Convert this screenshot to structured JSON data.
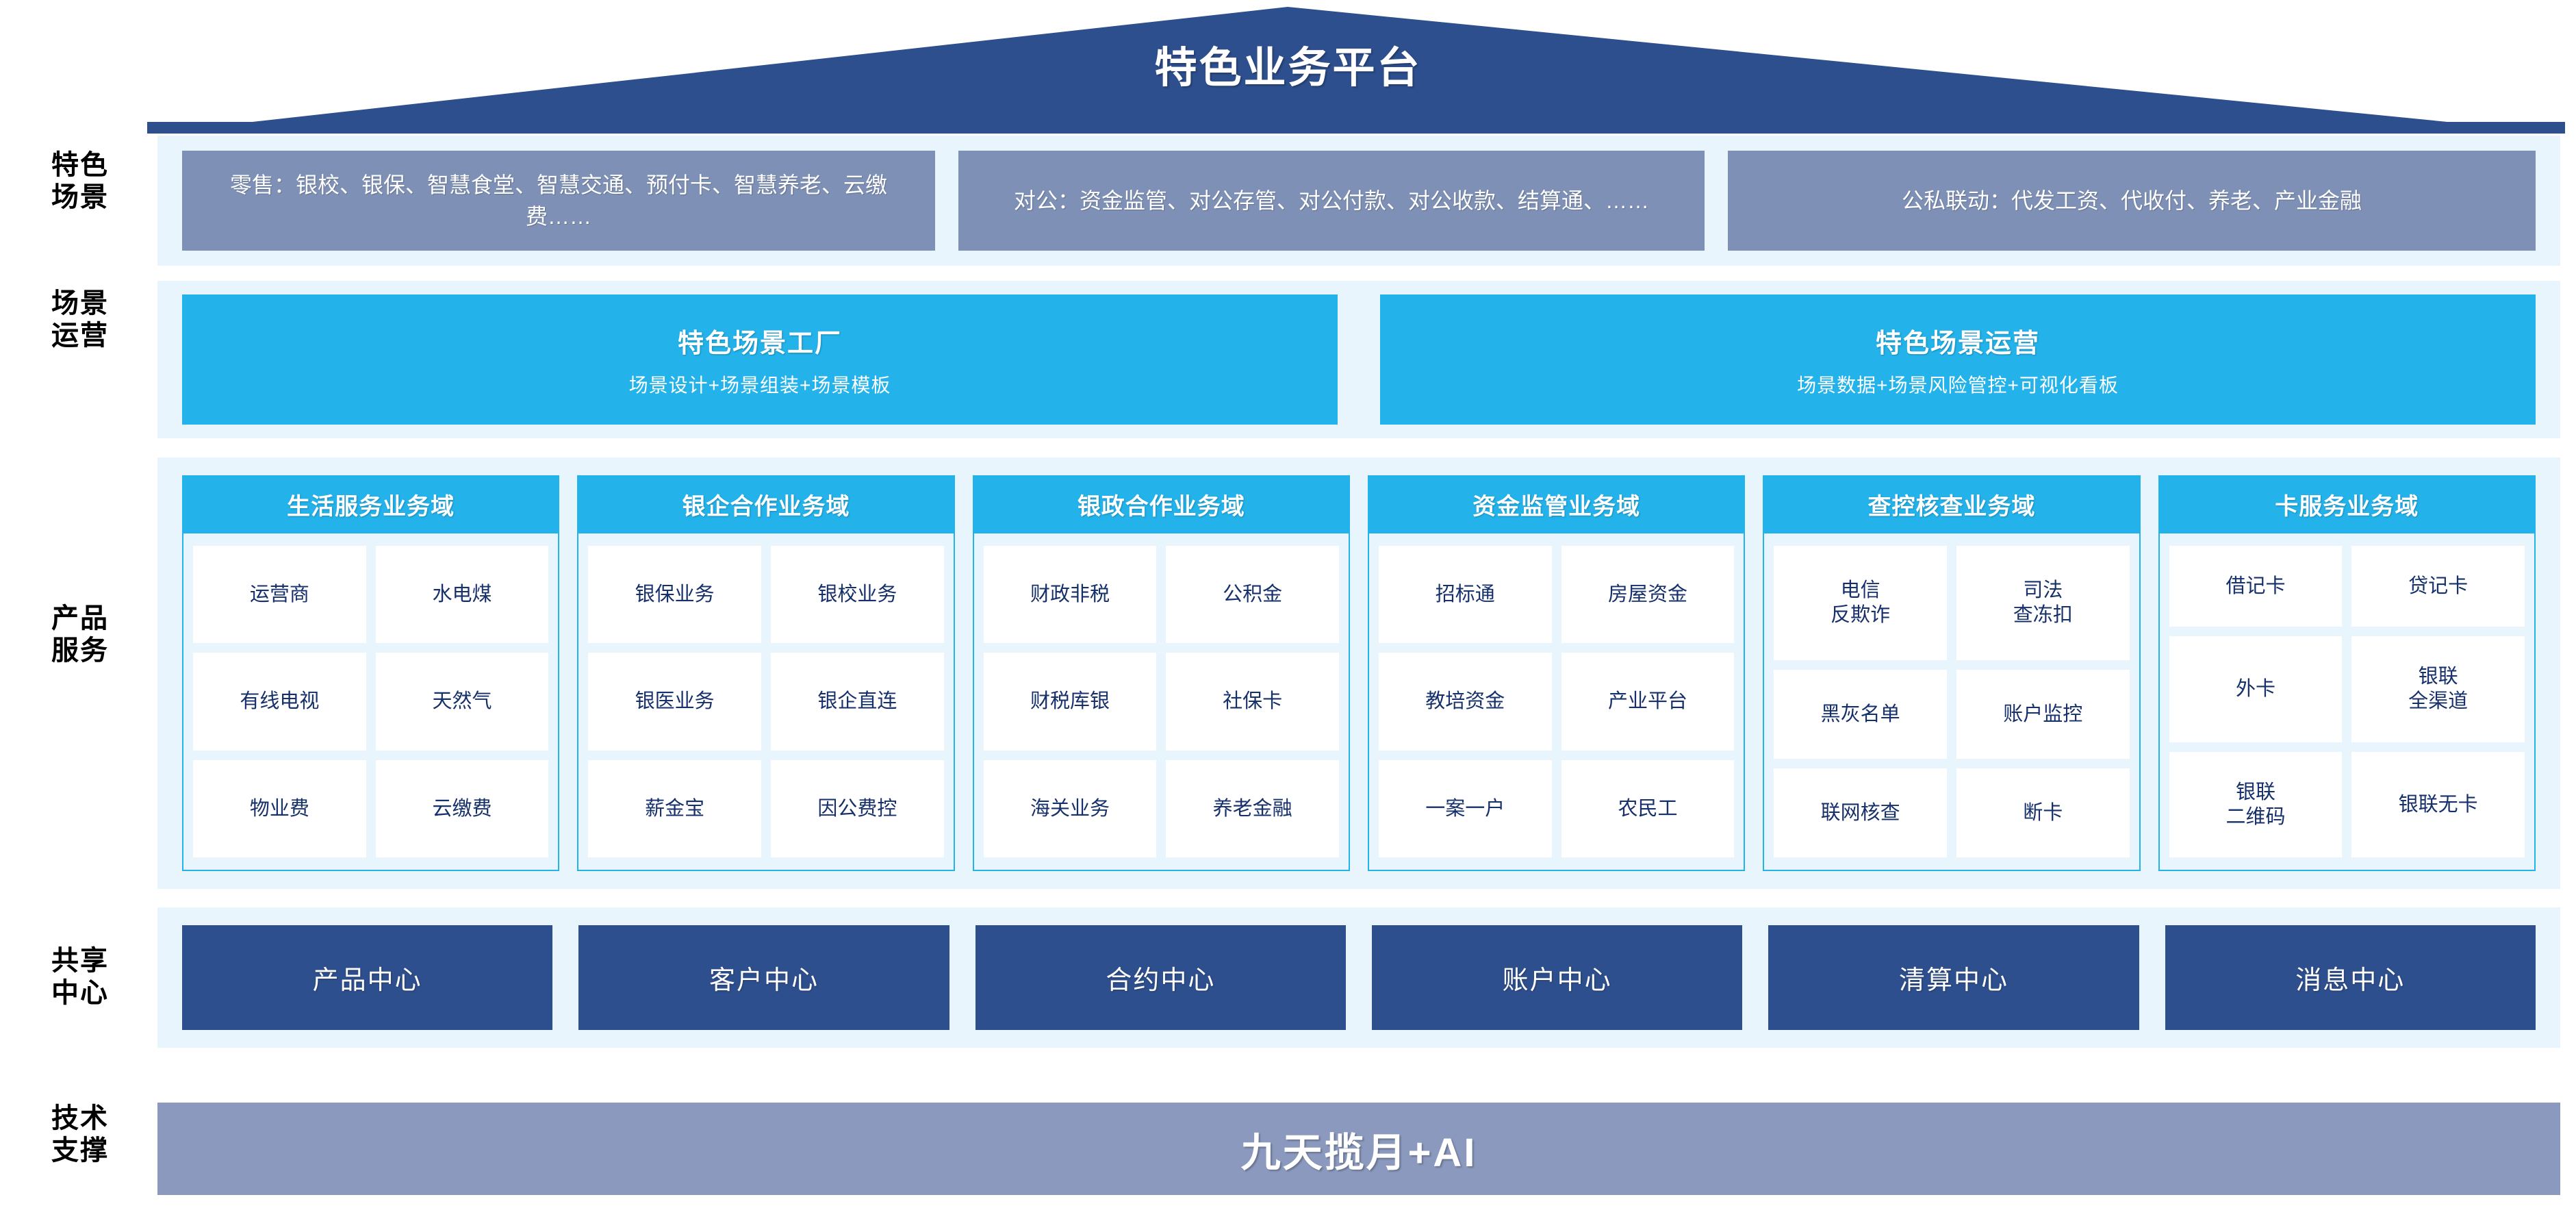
{
  "header": {
    "title": "特色业务平台"
  },
  "rails": [
    {
      "name": "scenario",
      "label": "特色\n场景"
    },
    {
      "name": "operation",
      "label": "场景\n运营"
    },
    {
      "name": "product",
      "label": "产品\n服务"
    },
    {
      "name": "shared",
      "label": "共享\n中心"
    },
    {
      "name": "tech",
      "label": "技术\n支撑"
    }
  ],
  "scenarios": [
    {
      "text": "零售：银校、银保、智慧食堂、智慧交通、预付卡、智慧养老、云缴费……"
    },
    {
      "text": "对公：资金监管、对公存管、对公付款、对公收款、结算通、……"
    },
    {
      "text": "公私联动：代发工资、代收付、养老、产业金融"
    }
  ],
  "operations": [
    {
      "title": "特色场景工厂",
      "subtitle": "场景设计+场景组装+场景模板"
    },
    {
      "title": "特色场景运营",
      "subtitle": "场景数据+场景风险管控+可视化看板"
    }
  ],
  "domains": [
    {
      "title": "生活服务业务域",
      "items": [
        "运营商",
        "水电煤",
        "有线电视",
        "天然气",
        "物业费",
        "云缴费"
      ]
    },
    {
      "title": "银企合作业务域",
      "items": [
        "银保业务",
        "银校业务",
        "银医业务",
        "银企直连",
        "薪金宝",
        "因公费控"
      ]
    },
    {
      "title": "银政合作业务域",
      "items": [
        "财政非税",
        "公积金",
        "财税库银",
        "社保卡",
        "海关业务",
        "养老金融"
      ]
    },
    {
      "title": "资金监管业务域",
      "items": [
        "招标通",
        "房屋资金",
        "教培资金",
        "产业平台",
        "一案一户",
        "农民工"
      ]
    },
    {
      "title": "查控核查业务域",
      "items": [
        "电信\n反欺诈",
        "司法\n查冻扣",
        "黑灰名单",
        "账户监控",
        "联网核查",
        "断卡"
      ]
    },
    {
      "title": "卡服务业务域",
      "items": [
        "借记卡",
        "贷记卡",
        "外卡",
        "银联\n全渠道",
        "银联\n二维码",
        "银联无卡"
      ]
    }
  ],
  "shared_centers": [
    {
      "label": "产品中心"
    },
    {
      "label": "客户中心"
    },
    {
      "label": "合约中心"
    },
    {
      "label": "账户中心"
    },
    {
      "label": "清算中心"
    },
    {
      "label": "消息中心"
    }
  ],
  "tech_support": {
    "label": "九天揽月+AI"
  },
  "colors": {
    "roof": "#2e4f8d",
    "band_bg": "#e8f5fd",
    "scenario_box": "#7e90b5",
    "cyan": "#23b2ea",
    "navy": "#2e4f8d",
    "tech_bar": "#8a99bd",
    "cell_text": "#16306b"
  }
}
